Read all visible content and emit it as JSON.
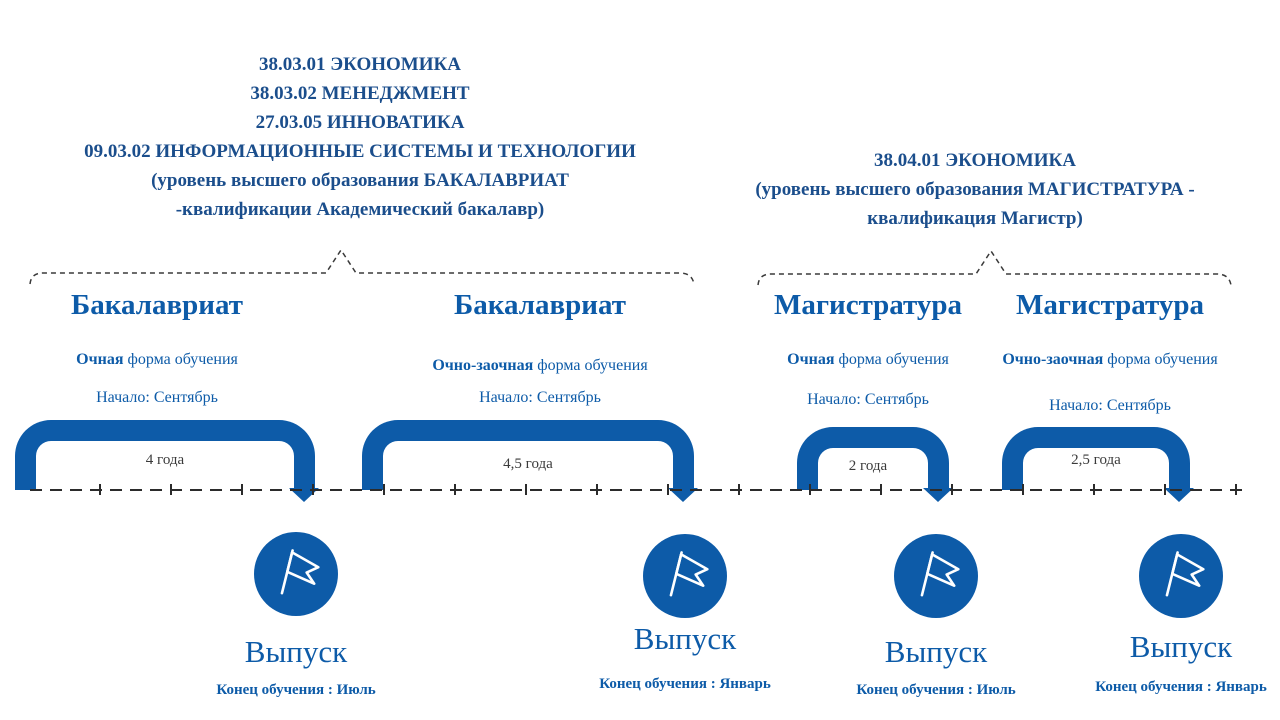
{
  "colors": {
    "primary_blue": "#0d5ba8",
    "header_blue": "#1b4e8c",
    "duration_text": "#3a3a3a",
    "timeline": "#2b2b2b",
    "background": "#ffffff"
  },
  "header_left": {
    "lines": [
      "38.03.01 ЭКОНОМИКА",
      "38.03.02 МЕНЕДЖМЕНТ",
      "27.03.05 ИННОВАТИКА",
      "09.03.02 ИНФОРМАЦИОННЫЕ СИСТЕМЫ И ТЕХНОЛОГИИ",
      "(уровень высшего образования БАКАЛАВРИАТ",
      "-квалификации Академический бакалавр)"
    ]
  },
  "header_right": {
    "lines": [
      "38.04.01 ЭКОНОМИКА",
      "(уровень высшего образования МАГИСТРАТУРА -",
      "квалификация Магистр)"
    ]
  },
  "programs": [
    {
      "title": "Бакалавриат",
      "form_bold": "Очная",
      "form_rest": " форма обучения",
      "start": "Начало: Сентябрь",
      "duration": "4 года",
      "graduation": "Выпуск",
      "end": "Конец обучения : Июль",
      "icon": "flag-icon"
    },
    {
      "title": "Бакалавриат",
      "form_bold": "Очно-заочная",
      "form_rest": " форма обучения",
      "start": "Начало: Сентябрь",
      "duration": "4,5 года",
      "graduation": "Выпуск",
      "end": "Конец обучения : Январь",
      "icon": "flag-icon"
    },
    {
      "title": "Магистратура",
      "form_bold": "Очная",
      "form_rest": " форма обучения",
      "start": "Начало: Сентябрь",
      "duration": "2 года",
      "graduation": "Выпуск",
      "end": "Конец обучения : Июль",
      "icon": "flag-icon"
    },
    {
      "title": "Магистратура",
      "form_bold": "Очно-заочная",
      "form_rest": " форма обучения",
      "start": "Начало: Сентябрь",
      "duration": "2,5 года",
      "graduation": "Выпуск",
      "end": "Конец обучения : Январь",
      "icon": "flag-icon"
    }
  ]
}
